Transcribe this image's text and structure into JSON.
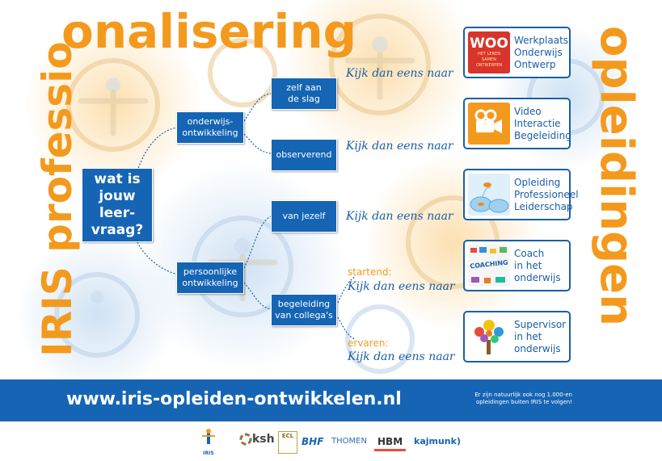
{
  "titles": {
    "top": "onalisering",
    "left": "IRIS professio",
    "right": "opleidingen"
  },
  "tree": {
    "root": [
      "wat is",
      "jouw",
      "leer-",
      "vraag?"
    ],
    "branch_top": [
      "onderwijs-",
      "ontwikkeling"
    ],
    "branch_bottom": [
      "persoonlijke",
      "ontwikkeling"
    ],
    "leaf_zelf": [
      "zelf aan",
      "de slag"
    ],
    "leaf_observerend": [
      "observerend"
    ],
    "leaf_jezelf": [
      "van jezelf"
    ],
    "leaf_collegas": [
      "begeleiding",
      "van collega's"
    ]
  },
  "kijk": {
    "text": "Kijk dan eens naar",
    "startend_label": "startend:",
    "ervaren_label": "ervaren:"
  },
  "cards": [
    {
      "lines": [
        "Werkplaats",
        "Onderwijs",
        "Ontwerp"
      ],
      "icon": "woo-logo",
      "img_title": "WOO",
      "img_sub": [
        "HET LEREN",
        "SAMEN",
        "ONTWERPEN"
      ]
    },
    {
      "lines": [
        "Video",
        "Interactie",
        "Begeleiding"
      ],
      "icon": "video-camera-icon"
    },
    {
      "lines": [
        "Opleiding",
        "Professioneel",
        "Leiderschap"
      ],
      "icon": "goldfish-jump-image"
    },
    {
      "lines": [
        "Coach",
        "in het",
        "onderwijs"
      ],
      "icon": "coaching-image",
      "img_label": "COACHING"
    },
    {
      "lines": [
        "Supervisor",
        "in het",
        "onderwijs"
      ],
      "icon": "colorful-tree-image"
    }
  ],
  "footer": {
    "url": "www.iris-opleiden-ontwikkelen.nl",
    "note": "Er zijn natuurlijk ook nog 1.000-en opleidingen buiten IRIS te volgen!"
  },
  "logos": [
    {
      "name": "iris-logo",
      "text": "IRIS"
    },
    {
      "name": "ksh-logo",
      "text": "ksh"
    },
    {
      "name": "ecl-logo",
      "text": "ECL"
    },
    {
      "name": "bhf-logo",
      "text": "BHF"
    },
    {
      "name": "thomen-logo",
      "text": "THOMEN"
    },
    {
      "name": "hbm-logo",
      "text": "HBM"
    },
    {
      "name": "kajmunk-logo",
      "text": "kajmunk)"
    }
  ],
  "colors": {
    "orange": "#f39a1e",
    "blue": "#1565b4",
    "text_blue": "#1a5fa8"
  }
}
